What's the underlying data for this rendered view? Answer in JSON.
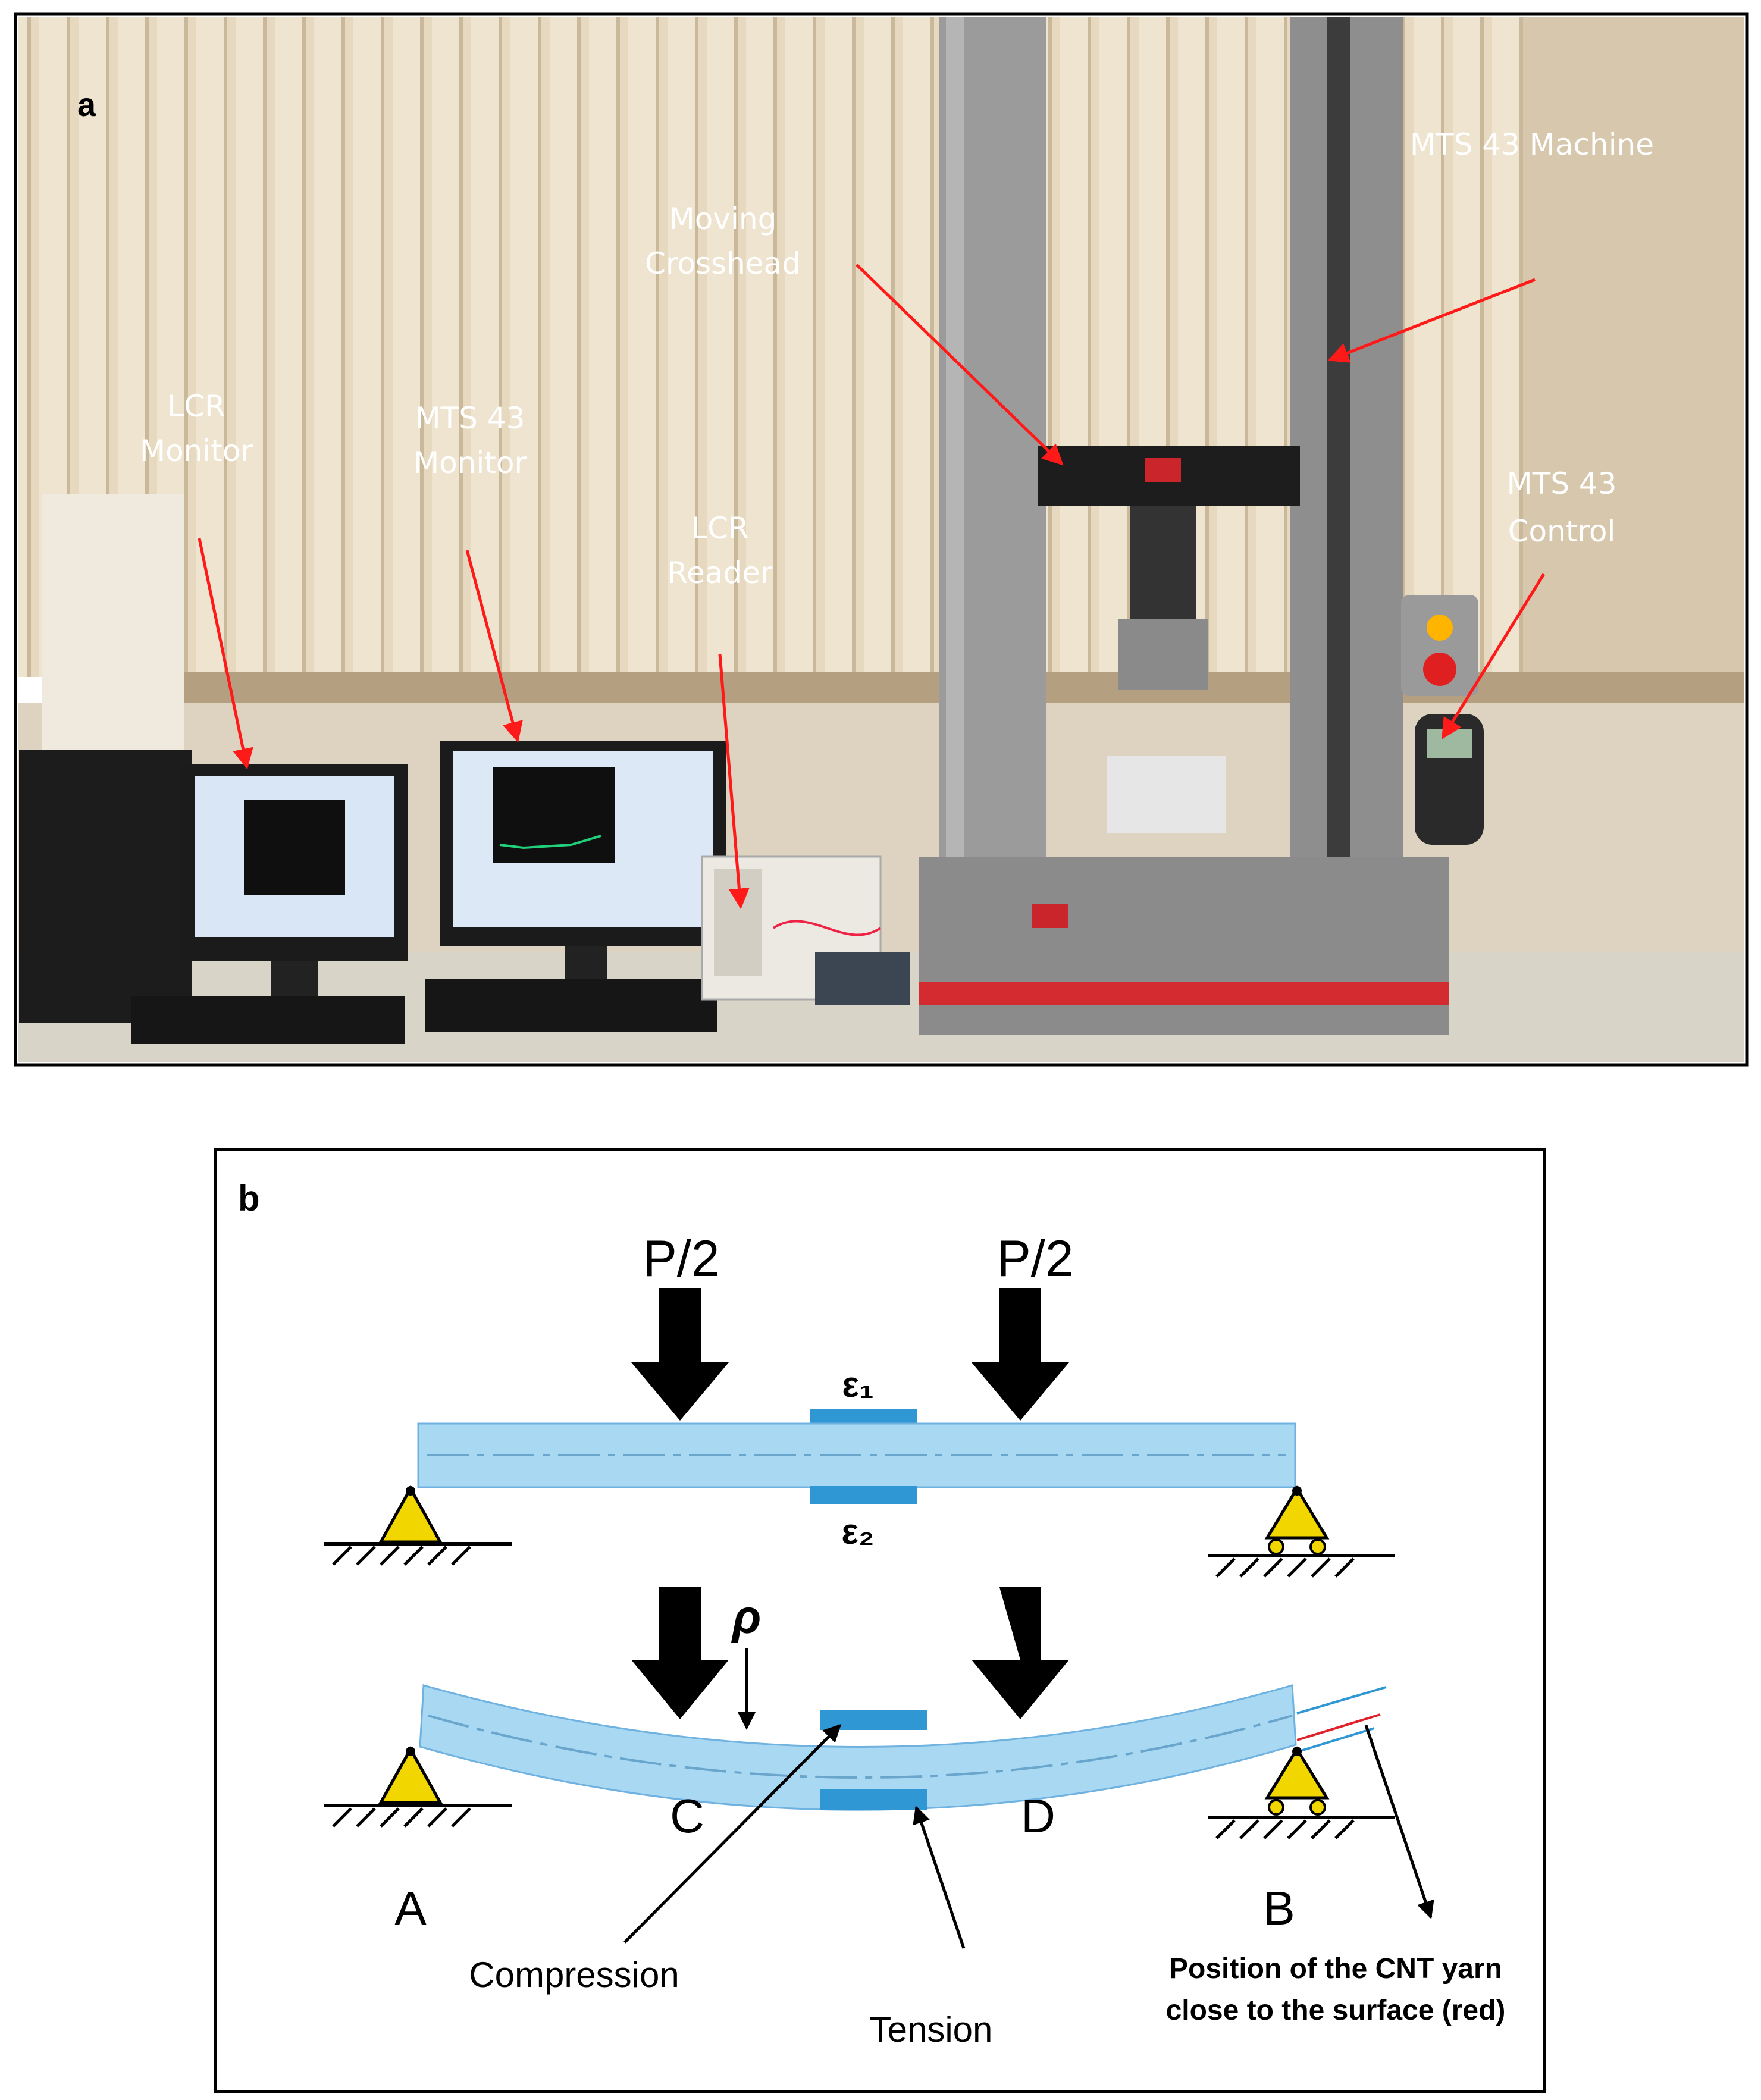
{
  "panel_a": {
    "letter": "a",
    "labels": {
      "lcr_monitor": [
        "LCR",
        "Monitor"
      ],
      "mts_monitor": [
        "MTS 43",
        "Monitor"
      ],
      "lcr_reader": [
        "LCR",
        "Reader"
      ],
      "moving_crosshead": [
        "Moving",
        "Crosshead"
      ],
      "mts_machine": [
        "MTS 43 Machine"
      ],
      "mts_control": [
        "MTS 43",
        "Control"
      ]
    },
    "colors": {
      "arrow": "#ff1a1a",
      "wall": "#c8b79c",
      "machine": "#9a9a9a",
      "desk": "#d9d4c8"
    }
  },
  "panel_b": {
    "letter": "b",
    "load_top_left": "P/2",
    "load_top_right": "P/2",
    "strain_top": "ε₁",
    "strain_bottom": "ε₂",
    "curvature": "ρ",
    "point_a": "A",
    "point_b": "B",
    "point_c": "C",
    "point_d": "D",
    "compression": "Compression",
    "tension": "Tension",
    "yarn_note": [
      "Position of the CNT yarn",
      "close to the surface (red)"
    ],
    "colors": {
      "beam": "#a9d8f3",
      "beam_edge": "#6fb2e0",
      "gauge": "#2f97d4",
      "support": "#f2d600",
      "yarn": "#e0202a"
    }
  }
}
